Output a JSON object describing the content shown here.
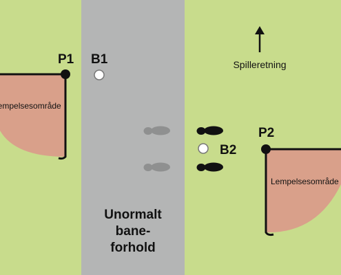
{
  "colors": {
    "grass": "#c8dc8c",
    "road": "#b4b5b5",
    "relief_area": "#d9a08a",
    "marker": "#111111",
    "ball": "#ffffff",
    "footprint_on_road": "#8f9090",
    "footprint_on_grass": "#111111"
  },
  "labels": {
    "p1": "P1",
    "p2": "P2",
    "b1": "B1",
    "b2": "B2",
    "relief_area_left": "Lempelsesområde",
    "relief_area_right": "Lempelsesområde",
    "direction": "Spilleretning",
    "abnormal_line1": "Unormalt",
    "abnormal_line2": "bane-",
    "abnormal_line3": "forhold"
  },
  "icons": {
    "direction": "arrow-up-icon",
    "footprint": "footprint-icon",
    "ball": "golf-ball-icon",
    "point": "reference-point-icon"
  }
}
